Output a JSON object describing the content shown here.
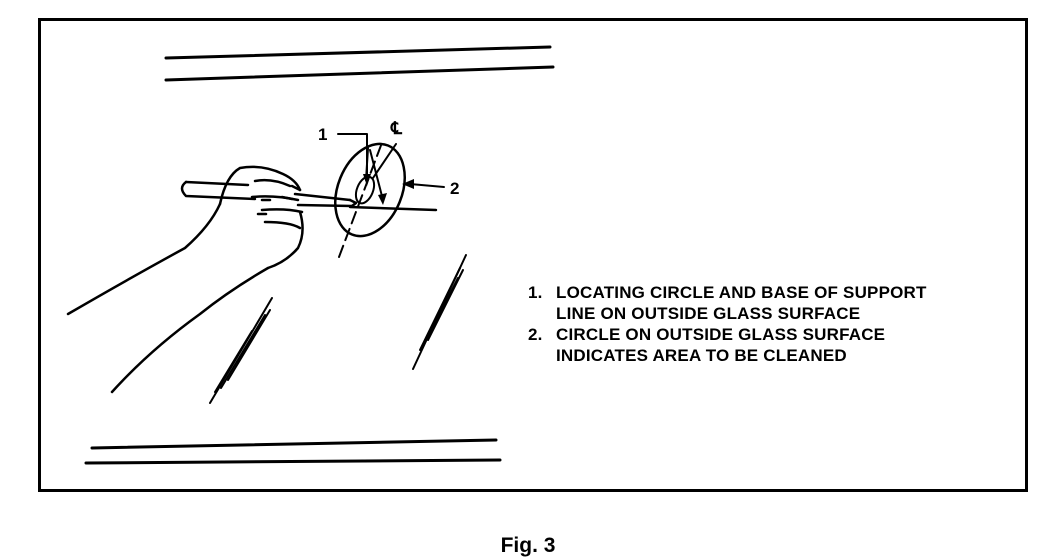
{
  "figure": {
    "callouts": {
      "one": "1",
      "two": "2",
      "centerline": "℄"
    },
    "legend": [
      {
        "marker": "1.",
        "line1": "LOCATING CIRCLE AND BASE OF SUPPORT",
        "line2": "LINE ON OUTSIDE GLASS SURFACE"
      },
      {
        "marker": "2.",
        "line1": "CIRCLE ON OUTSIDE GLASS SURFACE",
        "line2": "INDICATES AREA TO BE CLEANED"
      }
    ],
    "caption": "Fig. 3"
  }
}
